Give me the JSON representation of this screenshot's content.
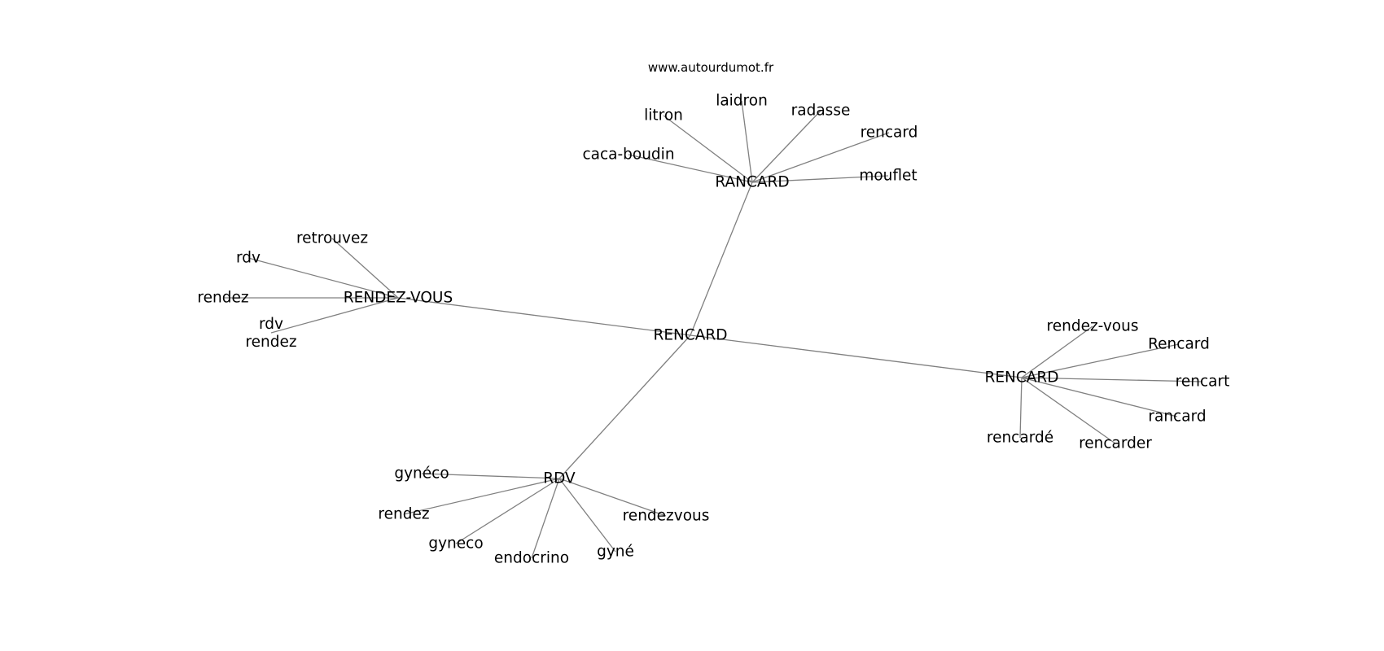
{
  "source": "www.autourdumot.fr",
  "center": "RENCARD",
  "clusters": [
    {
      "id": "rancard",
      "label": "RANCARD",
      "children": [
        "caca-boudin",
        "litron",
        "laidron",
        "radasse",
        "rencard",
        "mouflet"
      ]
    },
    {
      "id": "rendez-vous",
      "label": "RENDEZ-VOUS",
      "children": [
        "retrouvez",
        "rdv",
        "rendez",
        "rdv\nrendez"
      ]
    },
    {
      "id": "rencard-right",
      "label": "RENCARD",
      "children": [
        "rendez-vous",
        "Rencard",
        "rencart",
        "rancard",
        "rencarder",
        "rencardé"
      ]
    },
    {
      "id": "rdv",
      "label": "RDV",
      "children": [
        "gynéco",
        "rendez",
        "gyneco",
        "endocrino",
        "gyné",
        "rendezvous"
      ]
    }
  ],
  "colors": {
    "edge": "#808080",
    "text": "#000000",
    "background": "#ffffff"
  }
}
